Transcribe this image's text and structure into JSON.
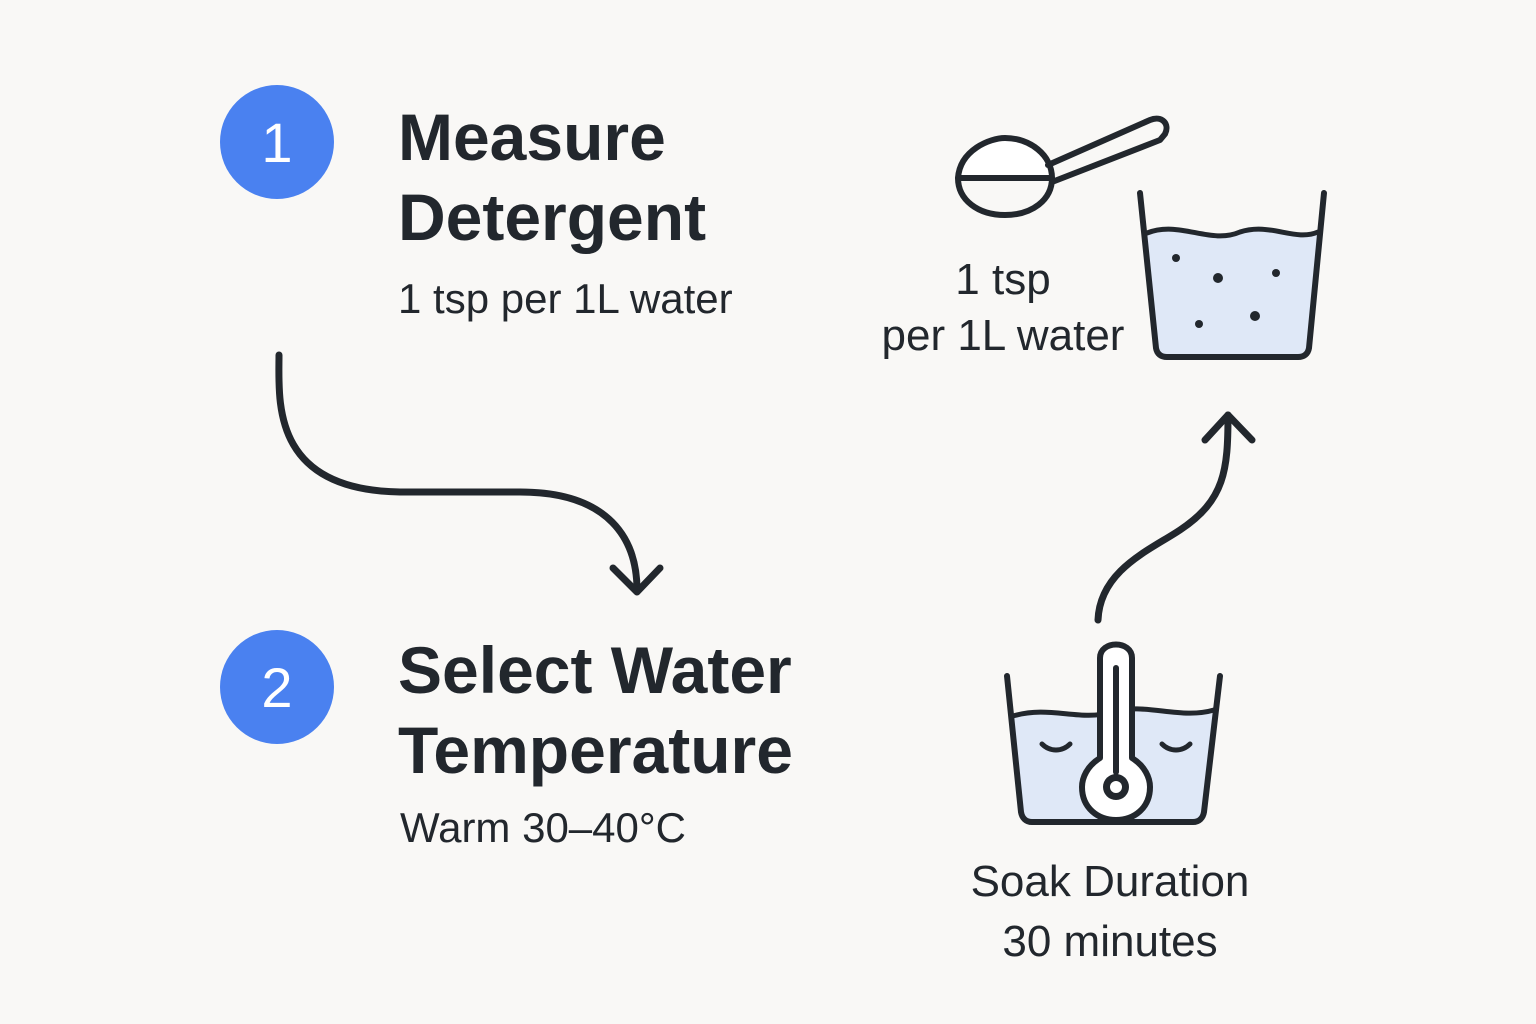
{
  "colors": {
    "background": "#f9f8f6",
    "accent": "#4a81f0",
    "ink": "#22272d",
    "water": "#dfe8f7"
  },
  "step1": {
    "number": "1",
    "title_line1": "Measure",
    "title_line2": "Detergent",
    "subtitle": "1 tsp per 1L water"
  },
  "step2": {
    "number": "2",
    "title_line1": "Select Water",
    "title_line2": "Temperature",
    "subtitle": "Warm 30–40°C"
  },
  "scoop_caption": {
    "line1": "1 tsp",
    "line2": "per 1L water"
  },
  "soak_caption": {
    "line1": "Soak Duration",
    "line2": "30 minutes"
  },
  "icons": [
    "measuring-scoop-icon",
    "water-basin-icon",
    "thermometer-basin-icon",
    "curved-arrow-icon"
  ]
}
